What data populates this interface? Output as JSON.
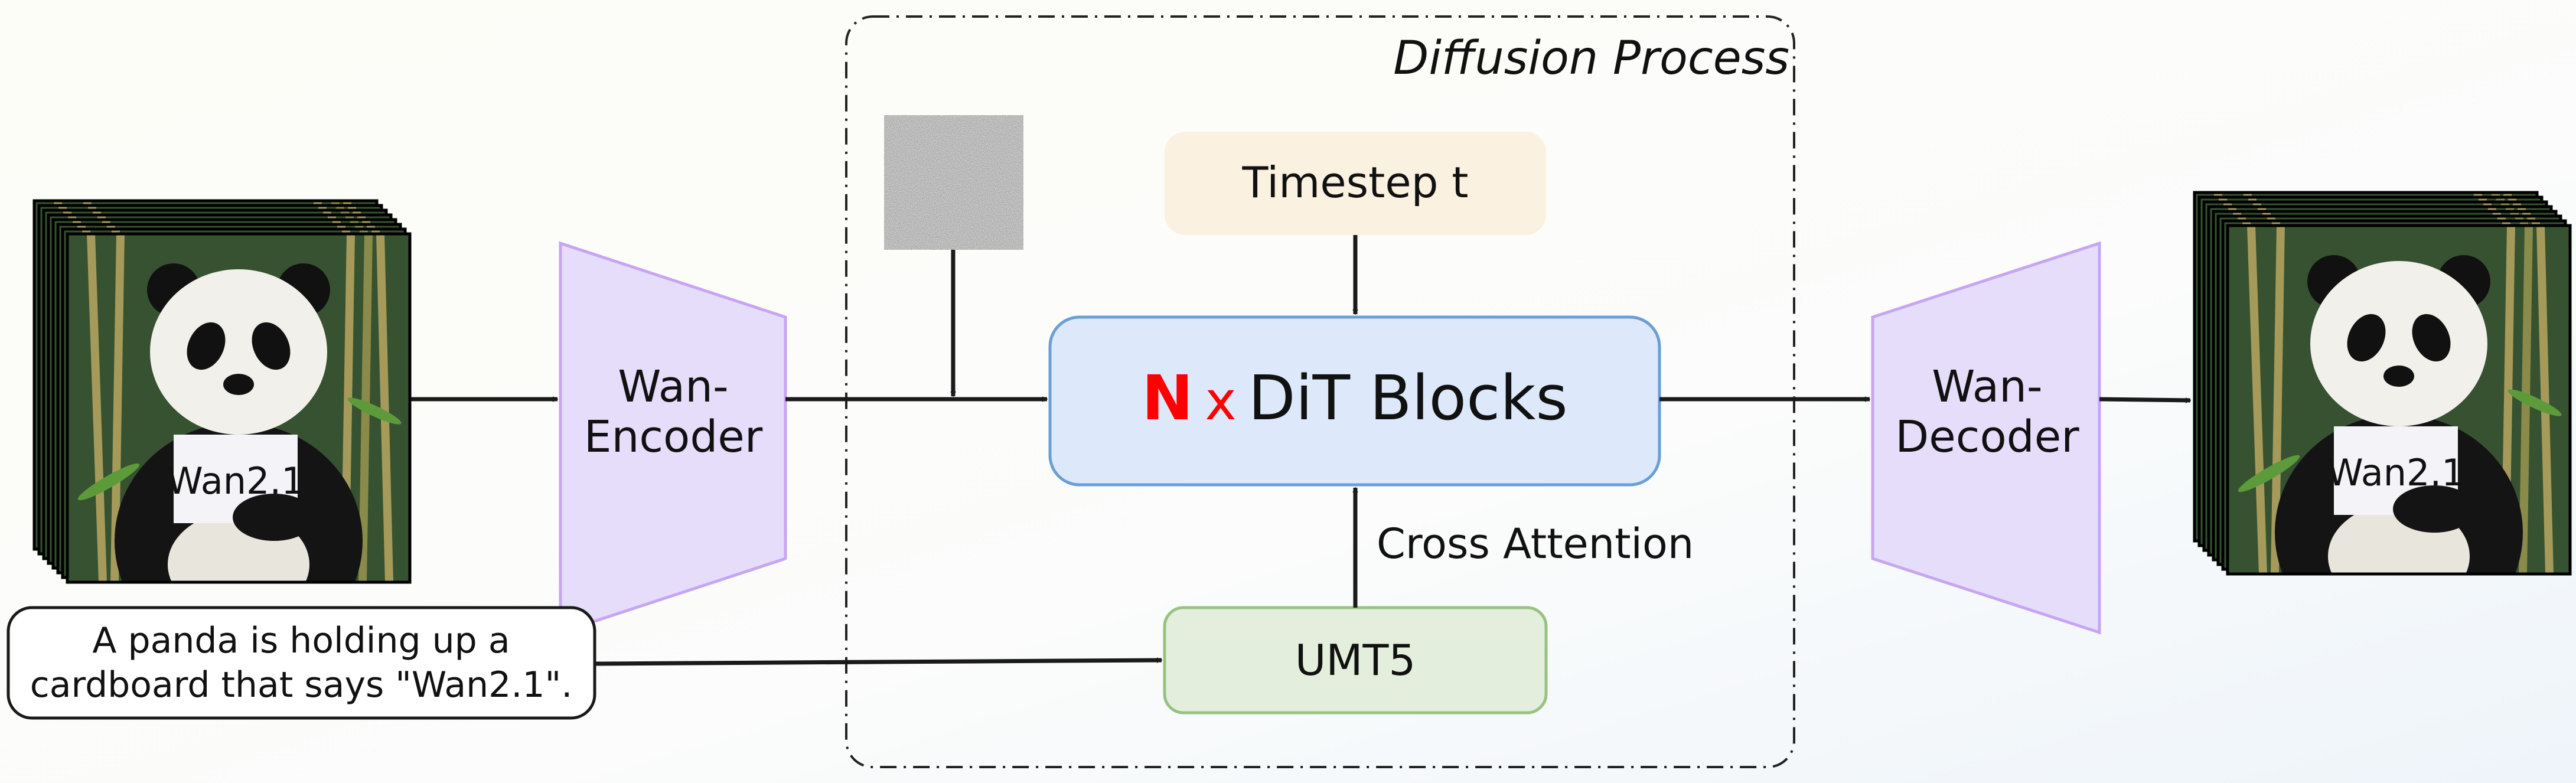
{
  "diagram": {
    "group_label": "Diffusion Process",
    "encoder_label_line1": "Wan-",
    "encoder_label_line2": "Encoder",
    "decoder_label_line1": "Wan-",
    "decoder_label_line2": "Decoder",
    "timestep_label": "Timestep t",
    "dit_prefix": "N",
    "dit_times": "x",
    "dit_label": "DiT Blocks",
    "cross_attention_label": "Cross Attention",
    "text_encoder_label": "UMT5",
    "prompt_line1": "A panda is holding up a",
    "prompt_line2": "cardboard that says \"Wan2.1\".",
    "sign_text": "Wan2.1",
    "colors": {
      "encoder_fill": "#e6ddfb",
      "encoder_stroke": "#c7a5f3",
      "timestep_fill": "#faf1e0",
      "dit_fill": "#dde9fa",
      "dit_stroke": "#6a9fd4",
      "umt5_fill": "#e3efdc",
      "umt5_stroke": "#98c282",
      "accent_red": "#ff0000"
    },
    "icons": [
      "noise-latent",
      "video-frames-stack"
    ]
  }
}
